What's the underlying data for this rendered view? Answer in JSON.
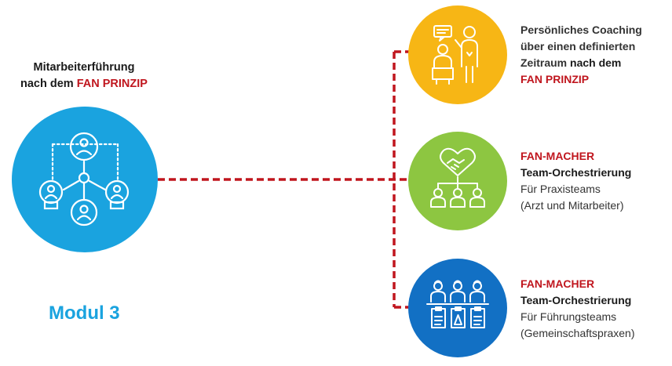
{
  "hub": {
    "title_line1": "Mitarbeiterführung",
    "title_line2_prefix": "nach dem ",
    "title_line2_accent": "FAN PRINZIP",
    "module_label": "Modul 3",
    "icon": "team-network-icon",
    "color": "#1aa3df"
  },
  "connector": {
    "color": "#c0161e",
    "style": "dashed"
  },
  "nodes": [
    {
      "icon": "coaching-presentation-icon",
      "color": "#f7b615",
      "line1": "Persönliches Coaching",
      "line2": "über einen definierten",
      "line3_a": "Zeitraum",
      "line3_b": " nach dem",
      "line4": "FAN PRINZIP"
    },
    {
      "icon": "handshake-team-icon",
      "color": "#8dc641",
      "line1": "FAN-MACHER",
      "line2": "Team-Orchestrierung",
      "line3": "Für Praxisteams",
      "line4": "(Arzt und Mitarbeiter)"
    },
    {
      "icon": "leadership-team-clipboard-icon",
      "color": "#1270c4",
      "line1": "FAN-MACHER",
      "line2": "Team-Orchestrierung",
      "line3": "Für Führungsteams",
      "line4": "(Gemeinschaftspraxen)"
    }
  ]
}
